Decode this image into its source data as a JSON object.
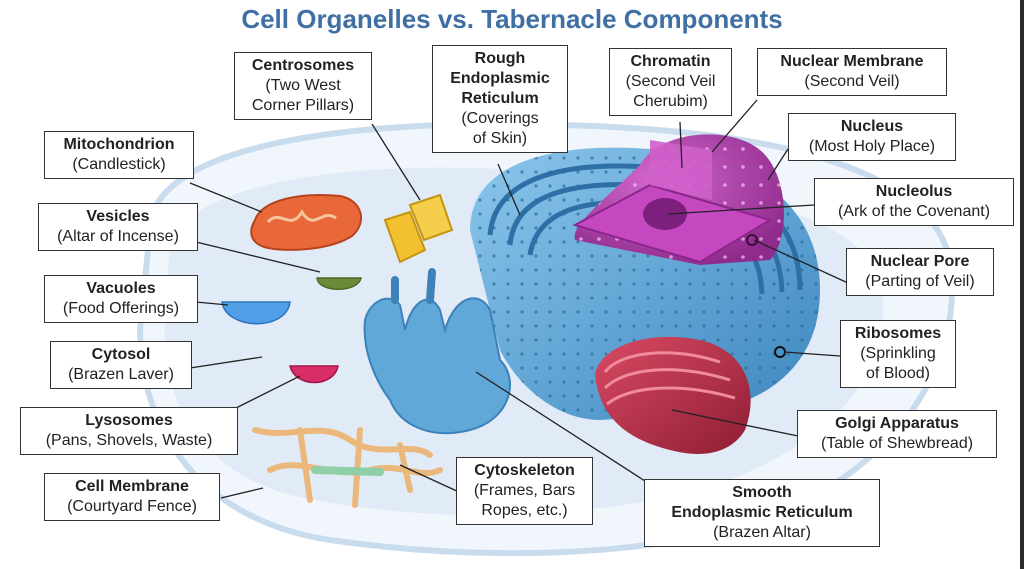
{
  "title": "Cell Organelles vs. Tabernacle Components",
  "colors": {
    "title": "#3f6fa3",
    "cytoplasm": "#dde9f5",
    "er": "#5fa8d8",
    "nucleus": "#b43fb2",
    "golgi": "#c0304a",
    "mitochondrion": "#e8683a",
    "centrosome": "#f2c130",
    "cytoskeleton": "#f0c48a"
  },
  "labels": {
    "centrosomes": {
      "name": "Centrosomes",
      "desc": "(Two West\nCorner Pillars)"
    },
    "rough_er": {
      "name": "Rough\nEndoplasmic\nReticulum",
      "desc": "(Coverings\nof Skin)"
    },
    "chromatin": {
      "name": "Chromatin",
      "desc": "(Second Veil\nCherubim)"
    },
    "nuclear_membrane": {
      "name": "Nuclear Membrane",
      "desc": "(Second Veil)"
    },
    "mitochondrion": {
      "name": "Mitochondrion",
      "desc": "(Candlestick)"
    },
    "nucleus": {
      "name": "Nucleus",
      "desc": "(Most Holy Place)"
    },
    "vesicles": {
      "name": "Vesicles",
      "desc": "(Altar of Incense)"
    },
    "nucleolus": {
      "name": "Nucleolus",
      "desc": "(Ark of the Covenant)"
    },
    "vacuoles": {
      "name": "Vacuoles",
      "desc": "(Food Offerings)"
    },
    "nuclear_pore": {
      "name": "Nuclear Pore",
      "desc": "(Parting of Veil)"
    },
    "cytosol": {
      "name": "Cytosol",
      "desc": "(Brazen Laver)"
    },
    "ribosomes": {
      "name": "Ribosomes",
      "desc": "(Sprinkling\nof Blood)"
    },
    "lysosomes": {
      "name": "Lysosomes",
      "desc": "(Pans, Shovels, Waste)"
    },
    "golgi": {
      "name": "Golgi Apparatus",
      "desc": "(Table of Shewbread)"
    },
    "cell_membrane": {
      "name": "Cell Membrane",
      "desc": "(Courtyard Fence)"
    },
    "cytoskeleton": {
      "name": "Cytoskeleton",
      "desc": "(Frames, Bars\nRopes, etc.)"
    },
    "smooth_er": {
      "name": "Smooth\nEndoplasmic Reticulum",
      "desc": "(Brazen Altar)"
    }
  }
}
